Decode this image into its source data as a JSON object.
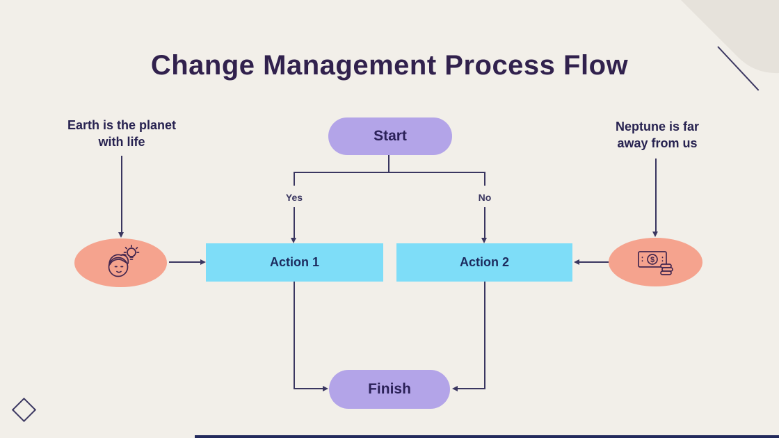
{
  "title": "Change Management Process Flow",
  "nodes": {
    "start": "Start",
    "action1": "Action 1",
    "action2": "Action 2",
    "finish": "Finish"
  },
  "branch_labels": {
    "yes": "Yes",
    "no": "No"
  },
  "annotations": {
    "left": {
      "line1": "Earth is the planet",
      "line2": "with life"
    },
    "right": {
      "line1": "Neptune is far",
      "line2": "away from us"
    }
  },
  "icons": {
    "left": "idea-head-lightbulb-icon",
    "right": "money-bill-coins-icon"
  },
  "colors": {
    "background": "#f2efe9",
    "pill": "#b3a4e8",
    "action_box": "#7eddf8",
    "ellipse": "#f5a38e",
    "connector": "#3a3660",
    "title_text": "#31214d",
    "node_text": "#2b2158",
    "action_text": "#1c2a5e",
    "decoration_shape": "#e6e2db",
    "accent_bar": "#232a5c"
  }
}
